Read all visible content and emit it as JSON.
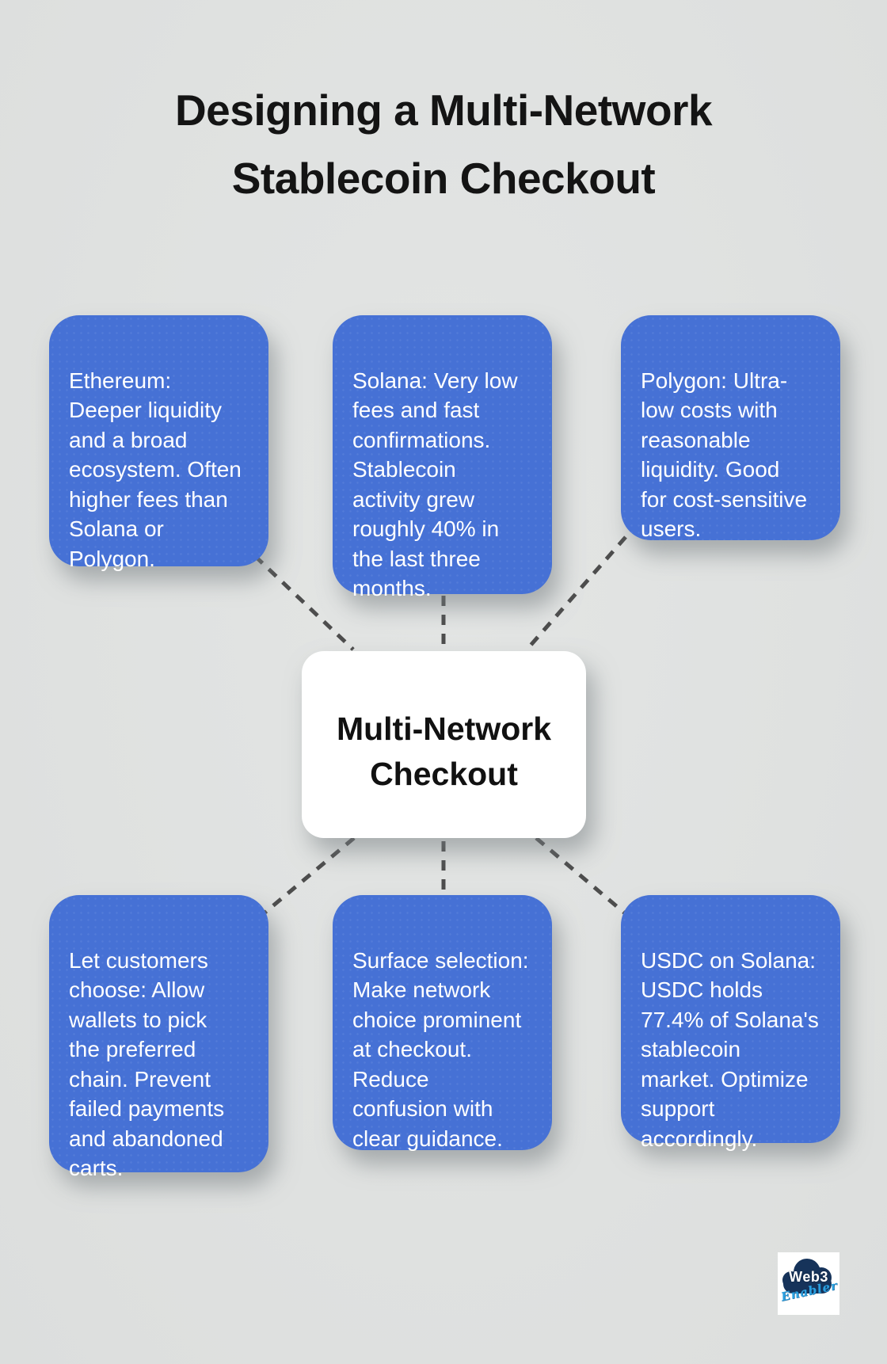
{
  "title": "Designing a Multi-Network\nStablecoin Checkout",
  "center": {
    "label": "Multi-Network\nCheckout"
  },
  "cards": [
    {
      "id": "ethereum",
      "text": "Ethereum:\nDeeper liquidity\nand a broad\necosystem. Often\nhigher fees than\nSolana or\nPolygon."
    },
    {
      "id": "solana",
      "text": "Solana: Very low\nfees and fast\nconfirmations.\nStablecoin\nactivity grew\nroughly 40% in\nthe last three\nmonths."
    },
    {
      "id": "polygon",
      "text": "Polygon: Ultra-\nlow costs with\nreasonable\nliquidity. Good\nfor cost-sensitive\nusers."
    },
    {
      "id": "let-customers-choose",
      "text": "Let customers\nchoose: Allow\nwallets to pick\nthe preferred\nchain. Prevent\nfailed payments\nand abandoned\ncarts."
    },
    {
      "id": "surface-selection",
      "text": "Surface selection:\nMake network\nchoice prominent\nat checkout.\nReduce\nconfusion with\nclear guidance."
    },
    {
      "id": "usdc-on-solana",
      "text": "USDC on Solana:\nUSDC holds\n77.4% of Solana's\nstablecoin\nmarket. Optimize\nsupport\naccordingly."
    }
  ],
  "logo": {
    "line1": "Web3",
    "line2": "Enabler"
  },
  "colors": {
    "background": "#e0e2e1",
    "card_blue": "#4671d5",
    "card_text": "#ffffff",
    "title_text": "#141414",
    "center_bg": "#ffffff",
    "center_text": "#111111",
    "connector_dash": "#4d4d4d",
    "logo_navy": "#16335a",
    "logo_script_blue": "#2aa0e0"
  }
}
